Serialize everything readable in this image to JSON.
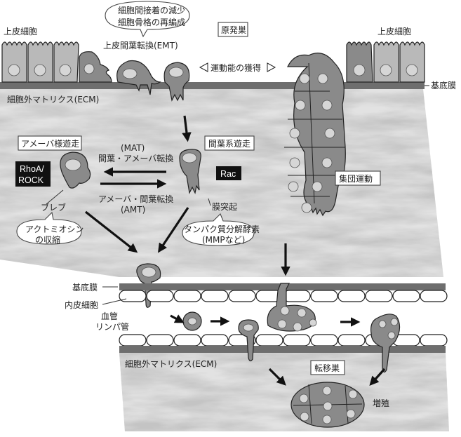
{
  "diagram": {
    "title_box_primary": "原発巣",
    "title_box_metastasis": "転移巣",
    "top": {
      "epithelial_left": "上皮細胞",
      "epithelial_right": "上皮細胞",
      "emt_label": "上皮間葉転換(EMT)",
      "emt_bubble": [
        "細胞間接着の減少",
        "細胞骨格の再編成"
      ],
      "motility_label": "運動能の獲得",
      "basement_membrane": "基底膜",
      "ecm": "細胞外マトリクス(ECM)"
    },
    "middle": {
      "amoeboid_box": "アメーバ様遊走",
      "mesenchymal_box": "間葉系遊走",
      "collective_box": "集団運動",
      "rho_box": [
        "RhoA/",
        "ROCK"
      ],
      "rac_box": "Rac",
      "mat_label": [
        "(MAT)",
        "間葉・アメーバ転換"
      ],
      "amt_label": [
        "アメーバ・間葉転換",
        "(AMT)"
      ],
      "bleb": "ブレブ",
      "actomyosin_bubble": [
        "アクトミオシン",
        "の収縮"
      ],
      "protrusion": "膜突起",
      "protease_bubble": [
        "タンパク質分解酵素",
        "(MMPなど)"
      ]
    },
    "vessel": {
      "basement_membrane": "基底膜",
      "endothelial": "内皮細胞",
      "vessel_label": [
        "血管",
        "リンパ管"
      ],
      "ecm": "細胞外マトリクス(ECM)",
      "proliferation": "増殖"
    },
    "colors": {
      "cell": "#8a8a8a",
      "epithelial": "#b9b9b9",
      "nucleus": "#d6d6d6",
      "basement_membrane": "#6e6e6e",
      "ecm": "#d4d4d4"
    }
  }
}
